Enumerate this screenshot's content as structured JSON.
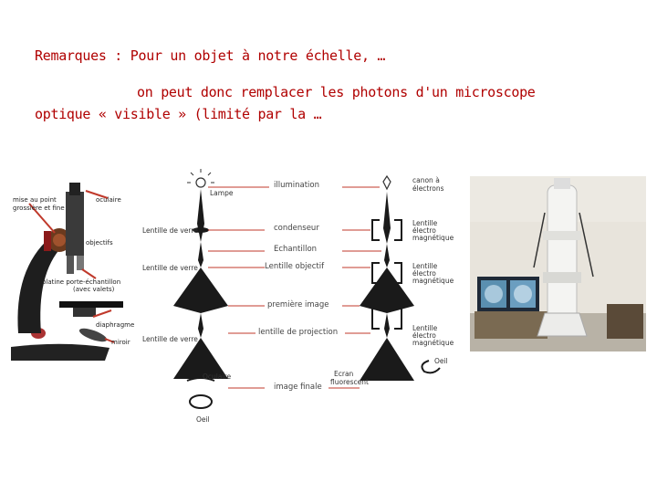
{
  "remarks": {
    "line1": "Remarques : Pour un objet à notre échelle, …",
    "line2": "on peut donc remplacer les photons d'un microscope",
    "line3": "optique « visible » (limité par la …"
  },
  "microscope_labels": {
    "mise_au_point_1": "mise au point",
    "mise_au_point_2": "grossière et fine",
    "oculaire": "oculaire",
    "objectifs": "objectifs",
    "platine_1": "platine porte-échantillon",
    "platine_2": "(avec valets)",
    "diaphragme": "diaphragme",
    "miroir": "miroir"
  },
  "diagram": {
    "center_labels": {
      "illumination": "illumination",
      "condenseur": "condenseur",
      "echantillon": "Echantillon",
      "lentille_objectif": "Lentille objectif",
      "premiere_image": "première image",
      "lentille_projection": "lentille de projection",
      "image_finale": "image finale"
    },
    "optical": {
      "lampe": "Lampe",
      "lentille_verre_1": "Lentille de verre",
      "lentille_verre_2": "Lentille de verre",
      "lentille_verre_3": "Lentille de verre",
      "oculaire": "Oculaire",
      "oeil": "Oeil"
    },
    "electron": {
      "canon_1": "canon à",
      "canon_2": "électrons",
      "lentille_1a": "Lentille",
      "lentille_1b": "électro",
      "lentille_1c": "magnétique",
      "lentille_2a": "Lentille",
      "lentille_2b": "électro",
      "lentille_2c": "magnétique",
      "lentille_3a": "Lentille",
      "lentille_3b": "électro",
      "lentille_3c": "magnétique",
      "ecran_1": "Ecran",
      "ecran_2": "fluorescent",
      "oeil": "Oeil"
    }
  },
  "colors": {
    "remark_text": "#b00000",
    "arrow_red": "#c0392b",
    "beam_dark": "#1a1a1a",
    "lab_wall": "#e8e4dc"
  }
}
